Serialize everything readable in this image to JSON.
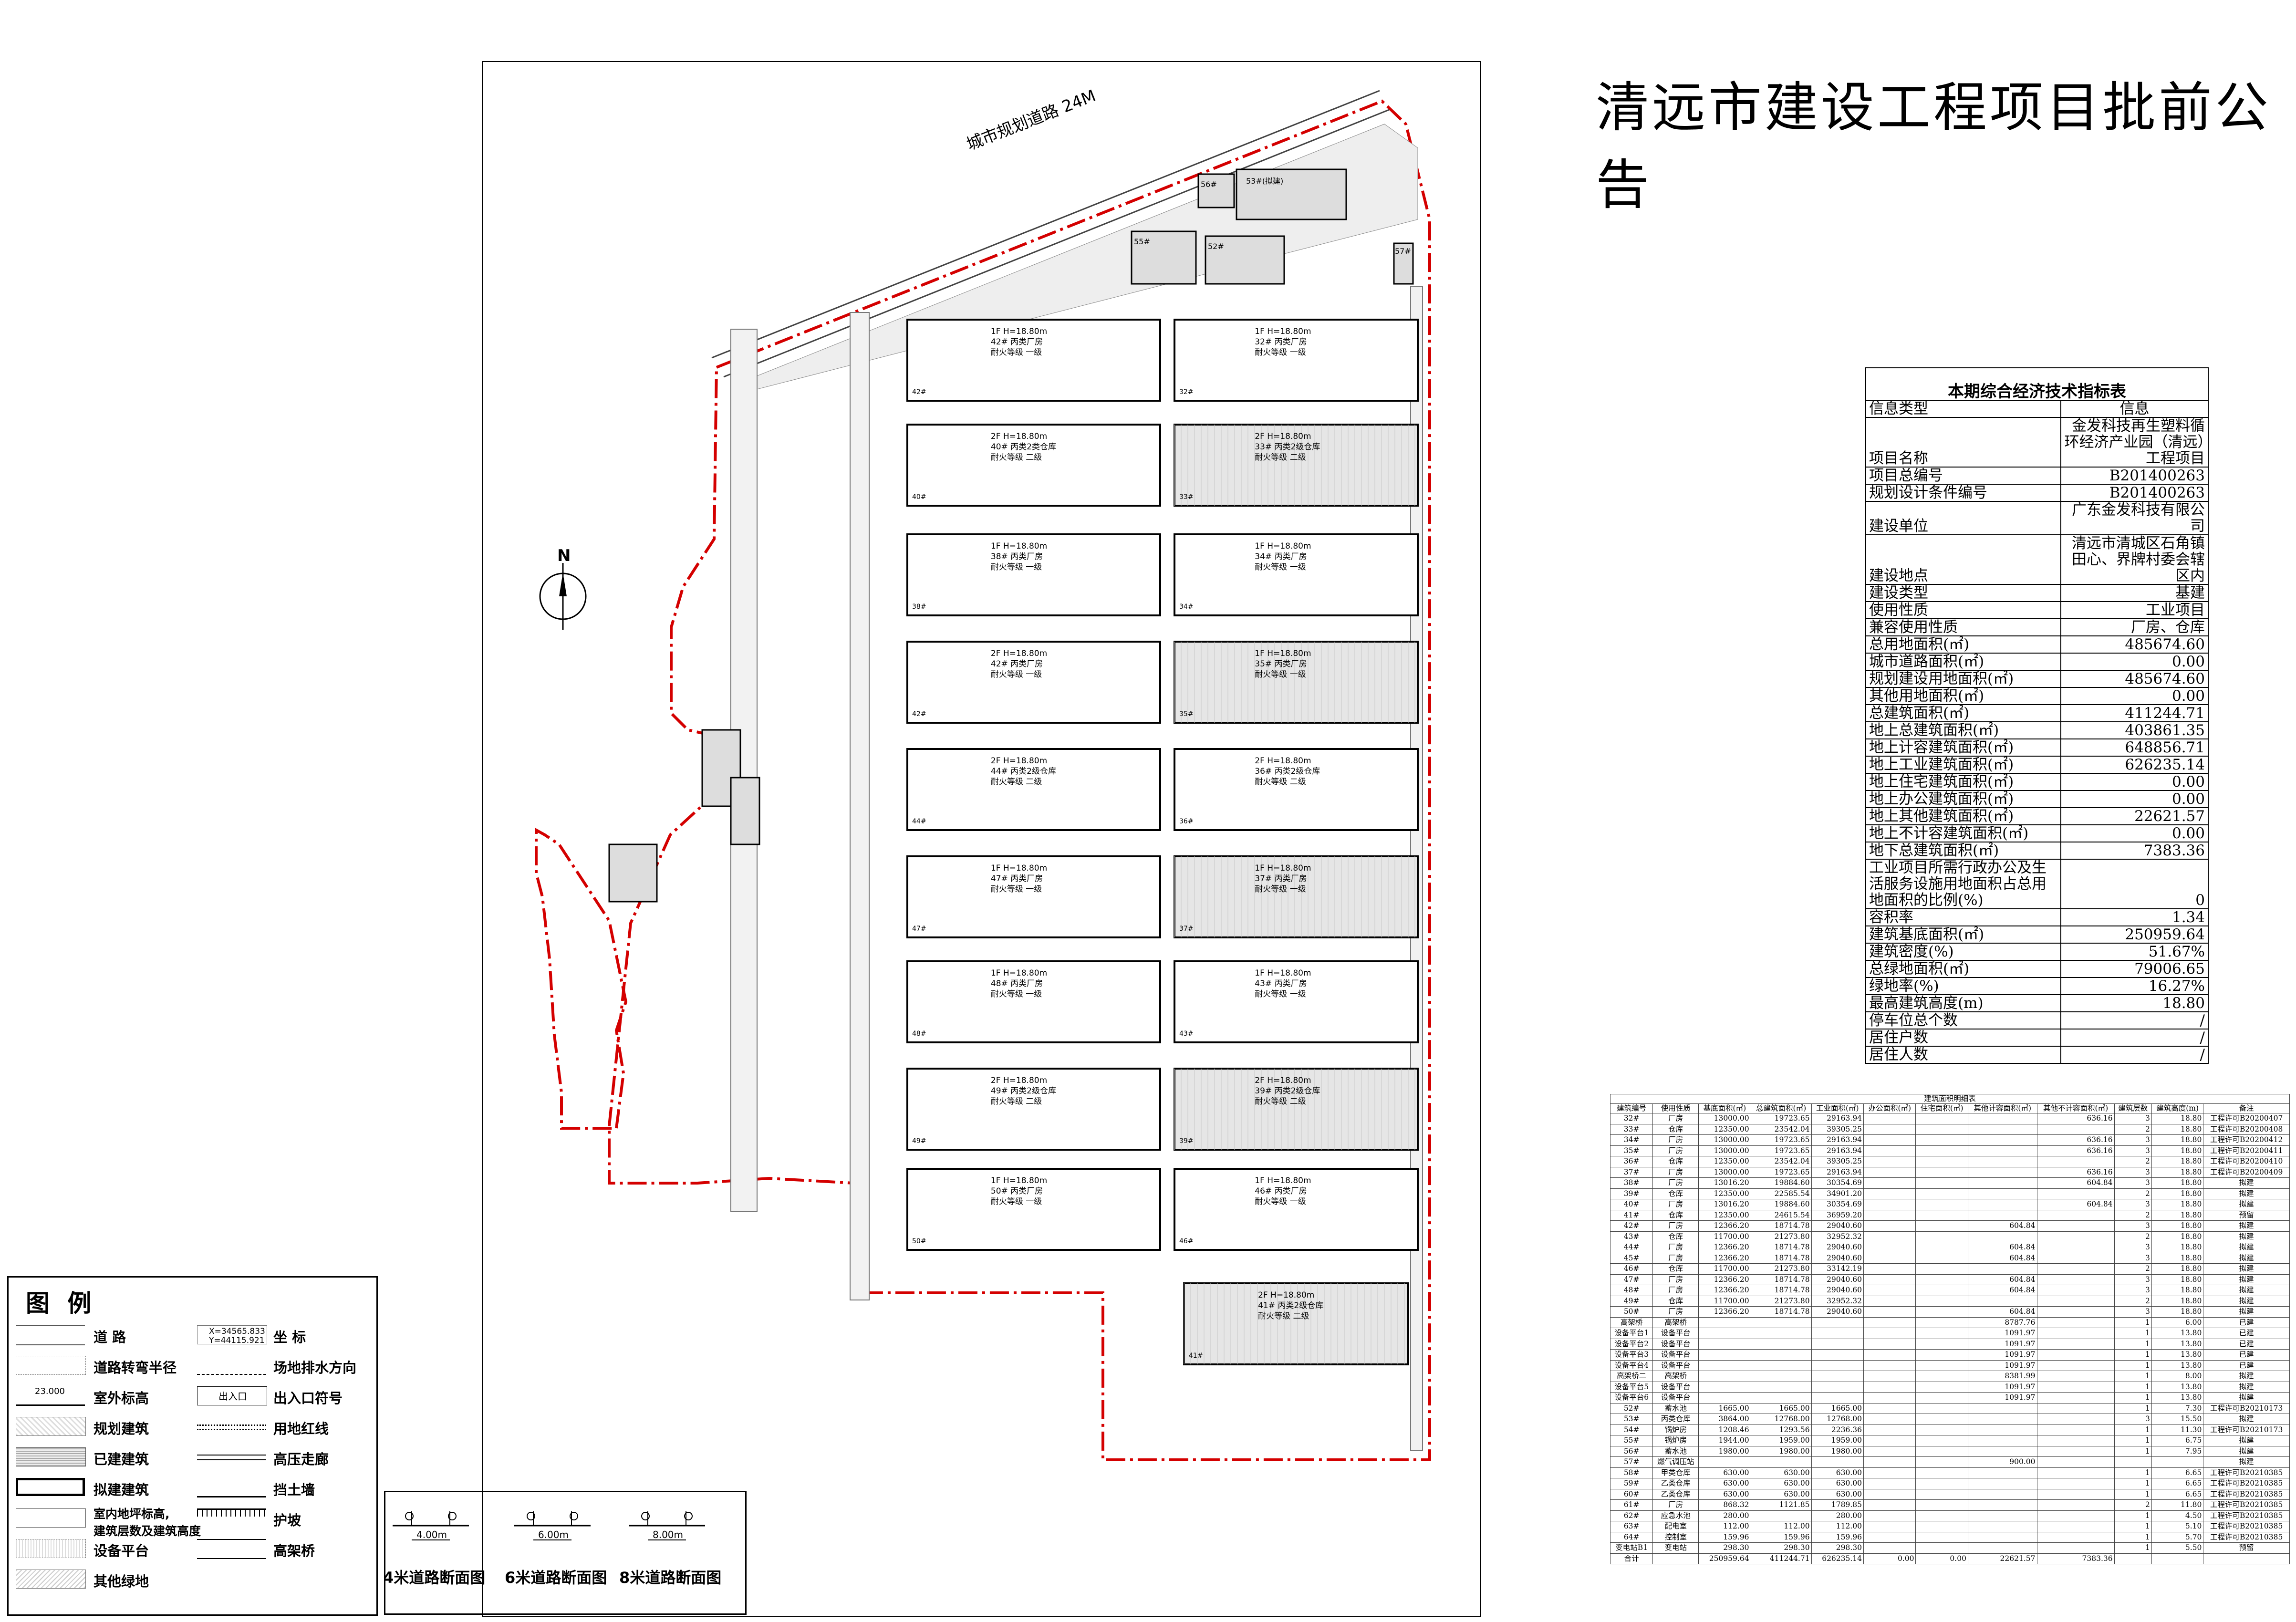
{
  "title": "清远市建设工程项目批前公告",
  "site": {
    "road_label": "城市规划道路 24M",
    "north_label": "N"
  },
  "indicators": {
    "heading": "本期综合经济技术指标表",
    "header_left": "信息类型",
    "header_right": "信息",
    "rows": [
      {
        "k": "项目名称",
        "v": "金发科技再生塑料循环经济产业园（清远）工程项目"
      },
      {
        "k": "项目总编号",
        "v": "B201400263"
      },
      {
        "k": "规划设计条件编号",
        "v": "B201400263"
      },
      {
        "k": "建设单位",
        "v": "广东金发科技有限公司"
      },
      {
        "k": "建设地点",
        "v": "清远市清城区石角镇田心、界牌村委会辖区内"
      },
      {
        "k": "建设类型",
        "v": "基建"
      },
      {
        "k": "使用性质",
        "v": "工业项目"
      },
      {
        "k": "兼容使用性质",
        "v": "厂房、仓库"
      },
      {
        "k": "总用地面积(㎡)",
        "v": "485674.60"
      },
      {
        "k": "城市道路面积(㎡)",
        "v": "0.00"
      },
      {
        "k": "规划建设用地面积(㎡)",
        "v": "485674.60"
      },
      {
        "k": "其他用地面积(㎡)",
        "v": "0.00"
      },
      {
        "k": "总建筑面积(㎡)",
        "v": "411244.71"
      },
      {
        "k": "地上总建筑面积(㎡)",
        "v": "403861.35"
      },
      {
        "k": "地上计容建筑面积(㎡)",
        "v": "648856.71"
      },
      {
        "k": "地上工业建筑面积(㎡)",
        "v": "626235.14"
      },
      {
        "k": "地上住宅建筑面积(㎡)",
        "v": "0.00"
      },
      {
        "k": "地上办公建筑面积(㎡)",
        "v": "0.00"
      },
      {
        "k": "地上其他建筑面积(㎡)",
        "v": "22621.57"
      },
      {
        "k": "地上不计容建筑面积(㎡)",
        "v": "0.00"
      },
      {
        "k": "地下总建筑面积(㎡)",
        "v": "7383.36"
      },
      {
        "k": "工业项目所需行政办公及生活服务设施用地面积占总用地面积的比例(%)",
        "v": "0"
      },
      {
        "k": "容积率",
        "v": "1.34"
      },
      {
        "k": "建筑基底面积(㎡)",
        "v": "250959.64"
      },
      {
        "k": "建筑密度(%)",
        "v": "51.67%"
      },
      {
        "k": "总绿地面积(㎡)",
        "v": "79006.65"
      },
      {
        "k": "绿地率(%)",
        "v": "16.27%"
      },
      {
        "k": "最高建筑高度(m)",
        "v": "18.80"
      },
      {
        "k": "停车位总个数",
        "v": "/"
      },
      {
        "k": "居住户数",
        "v": "/"
      },
      {
        "k": "居住人数",
        "v": "/"
      }
    ]
  },
  "area_table": {
    "heading": "建筑面积明细表",
    "columns": [
      "建筑编号",
      "使用性质",
      "基底面积(㎡)",
      "总建筑面积(㎡)",
      "工业面积(㎡)",
      "办公面积(㎡)",
      "住宅面积(㎡)",
      "其他计容面积(㎡)",
      "其他不计容面积(㎡)",
      "建筑层数",
      "建筑高度(m)",
      "备注"
    ],
    "rows": [
      [
        "32#",
        "厂房",
        "13000.00",
        "19723.65",
        "29163.94",
        "",
        "",
        "",
        "636.16",
        "3",
        "18.80",
        "工程许可B20200407"
      ],
      [
        "33#",
        "仓库",
        "12350.00",
        "23542.04",
        "39305.25",
        "",
        "",
        "",
        "",
        "2",
        "18.80",
        "工程许可B20200408"
      ],
      [
        "34#",
        "厂房",
        "13000.00",
        "19723.65",
        "29163.94",
        "",
        "",
        "",
        "636.16",
        "3",
        "18.80",
        "工程许可B20200412"
      ],
      [
        "35#",
        "厂房",
        "13000.00",
        "19723.65",
        "29163.94",
        "",
        "",
        "",
        "636.16",
        "3",
        "18.80",
        "工程许可B20200411"
      ],
      [
        "36#",
        "仓库",
        "12350.00",
        "23542.04",
        "39305.25",
        "",
        "",
        "",
        "",
        "2",
        "18.80",
        "工程许可B20200410"
      ],
      [
        "37#",
        "厂房",
        "13000.00",
        "19723.65",
        "29163.94",
        "",
        "",
        "",
        "636.16",
        "3",
        "18.80",
        "工程许可B20200409"
      ],
      [
        "38#",
        "厂房",
        "13016.20",
        "19884.60",
        "30354.69",
        "",
        "",
        "",
        "604.84",
        "3",
        "18.80",
        "拟建"
      ],
      [
        "39#",
        "仓库",
        "12350.00",
        "22585.54",
        "34901.20",
        "",
        "",
        "",
        "",
        "2",
        "18.80",
        "拟建"
      ],
      [
        "40#",
        "厂房",
        "13016.20",
        "19884.60",
        "30354.69",
        "",
        "",
        "",
        "604.84",
        "3",
        "18.80",
        "拟建"
      ],
      [
        "41#",
        "仓库",
        "12350.00",
        "24615.54",
        "36959.20",
        "",
        "",
        "",
        "",
        "2",
        "18.80",
        "预留"
      ],
      [
        "42#",
        "厂房",
        "12366.20",
        "18714.78",
        "29040.60",
        "",
        "",
        "604.84",
        "",
        "3",
        "18.80",
        "拟建"
      ],
      [
        "43#",
        "仓库",
        "11700.00",
        "21273.80",
        "32952.32",
        "",
        "",
        "",
        "",
        "2",
        "18.80",
        "拟建"
      ],
      [
        "44#",
        "厂房",
        "12366.20",
        "18714.78",
        "29040.60",
        "",
        "",
        "604.84",
        "",
        "3",
        "18.80",
        "拟建"
      ],
      [
        "45#",
        "厂房",
        "12366.20",
        "18714.78",
        "29040.60",
        "",
        "",
        "604.84",
        "",
        "3",
        "18.80",
        "拟建"
      ],
      [
        "46#",
        "仓库",
        "11700.00",
        "21273.80",
        "33142.19",
        "",
        "",
        "",
        "",
        "2",
        "18.80",
        "拟建"
      ],
      [
        "47#",
        "厂房",
        "12366.20",
        "18714.78",
        "29040.60",
        "",
        "",
        "604.84",
        "",
        "3",
        "18.80",
        "拟建"
      ],
      [
        "48#",
        "厂房",
        "12366.20",
        "18714.78",
        "29040.60",
        "",
        "",
        "604.84",
        "",
        "3",
        "18.80",
        "拟建"
      ],
      [
        "49#",
        "仓库",
        "11700.00",
        "21273.80",
        "32952.32",
        "",
        "",
        "",
        "",
        "2",
        "18.80",
        "拟建"
      ],
      [
        "50#",
        "厂房",
        "12366.20",
        "18714.78",
        "29040.60",
        "",
        "",
        "604.84",
        "",
        "3",
        "18.80",
        "拟建"
      ],
      [
        "高架桥",
        "高架桥",
        "",
        "",
        "",
        "",
        "",
        "8787.76",
        "",
        "1",
        "6.00",
        "已建"
      ],
      [
        "设备平台1",
        "设备平台",
        "",
        "",
        "",
        "",
        "",
        "1091.97",
        "",
        "1",
        "13.80",
        "已建"
      ],
      [
        "设备平台2",
        "设备平台",
        "",
        "",
        "",
        "",
        "",
        "1091.97",
        "",
        "1",
        "13.80",
        "已建"
      ],
      [
        "设备平台3",
        "设备平台",
        "",
        "",
        "",
        "",
        "",
        "1091.97",
        "",
        "1",
        "13.80",
        "已建"
      ],
      [
        "设备平台4",
        "设备平台",
        "",
        "",
        "",
        "",
        "",
        "1091.97",
        "",
        "1",
        "13.80",
        "已建"
      ],
      [
        "高架桥二",
        "高架桥",
        "",
        "",
        "",
        "",
        "",
        "8381.99",
        "",
        "1",
        "8.00",
        "拟建"
      ],
      [
        "设备平台5",
        "设备平台",
        "",
        "",
        "",
        "",
        "",
        "1091.97",
        "",
        "1",
        "13.80",
        "拟建"
      ],
      [
        "设备平台6",
        "设备平台",
        "",
        "",
        "",
        "",
        "",
        "1091.97",
        "",
        "1",
        "13.80",
        "拟建"
      ],
      [
        "52#",
        "蓄水池",
        "1665.00",
        "1665.00",
        "1665.00",
        "",
        "",
        "",
        "",
        "1",
        "7.30",
        "工程许可B20210173"
      ],
      [
        "53#",
        "丙类仓库",
        "3864.00",
        "12768.00",
        "12768.00",
        "",
        "",
        "",
        "",
        "3",
        "15.50",
        "拟建"
      ],
      [
        "54#",
        "锅炉房",
        "1208.46",
        "1293.56",
        "2236.36",
        "",
        "",
        "",
        "",
        "1",
        "11.30",
        "工程许可B20210173"
      ],
      [
        "55#",
        "锅炉房",
        "1944.00",
        "1959.00",
        "1959.00",
        "",
        "",
        "",
        "",
        "1",
        "6.75",
        "拟建"
      ],
      [
        "56#",
        "蓄水池",
        "1980.00",
        "1980.00",
        "1980.00",
        "",
        "",
        "",
        "",
        "1",
        "7.95",
        "拟建"
      ],
      [
        "57#",
        "燃气调压站",
        "",
        "",
        "",
        "",
        "",
        "900.00",
        "",
        "",
        "",
        "拟建"
      ],
      [
        "58#",
        "甲类仓库",
        "630.00",
        "630.00",
        "630.00",
        "",
        "",
        "",
        "",
        "1",
        "6.65",
        "工程许可B20210385"
      ],
      [
        "59#",
        "乙类仓库",
        "630.00",
        "630.00",
        "630.00",
        "",
        "",
        "",
        "",
        "1",
        "6.65",
        "工程许可B20210385"
      ],
      [
        "60#",
        "乙类仓库",
        "630.00",
        "630.00",
        "630.00",
        "",
        "",
        "",
        "",
        "1",
        "6.65",
        "工程许可B20210385"
      ],
      [
        "61#",
        "厂房",
        "868.32",
        "1121.85",
        "1789.85",
        "",
        "",
        "",
        "",
        "2",
        "11.80",
        "工程许可B20210385"
      ],
      [
        "62#",
        "应急水池",
        "280.00",
        "",
        "280.00",
        "",
        "",
        "",
        "",
        "1",
        "4.50",
        "工程许可B20210385"
      ],
      [
        "63#",
        "配电室",
        "112.00",
        "112.00",
        "112.00",
        "",
        "",
        "",
        "",
        "1",
        "5.10",
        "工程许可B20210385"
      ],
      [
        "64#",
        "控制室",
        "159.96",
        "159.96",
        "159.96",
        "",
        "",
        "",
        "",
        "1",
        "5.70",
        "工程许可B20210385"
      ],
      [
        "变电站B1",
        "变电站",
        "298.30",
        "298.30",
        "298.30",
        "",
        "",
        "",
        "",
        "1",
        "5.50",
        "预留"
      ],
      [
        "合计",
        "",
        "250959.64",
        "411244.71",
        "626235.14",
        "0.00",
        "0.00",
        "22621.57",
        "7383.36",
        "",
        "",
        ""
      ]
    ]
  },
  "legend": {
    "title": "图 例",
    "items": [
      {
        "label": "道 路"
      },
      {
        "label": "道路转弯半径"
      },
      {
        "label": "室外标高"
      },
      {
        "label": "规划建筑"
      },
      {
        "label": "已建建筑"
      },
      {
        "label": "拟建建筑"
      },
      {
        "label": "室内地坪标高,\n建筑层数及建筑高度"
      },
      {
        "label": "设备平台"
      },
      {
        "label": "其他绿地"
      },
      {
        "label": "坐 标"
      },
      {
        "label": "场地排水方向"
      },
      {
        "label": "出入口符号"
      },
      {
        "label": "用地红线"
      },
      {
        "label": "高压走廊"
      },
      {
        "label": "挡土墙"
      },
      {
        "label": "护坡"
      },
      {
        "label": "高架桥"
      }
    ],
    "swatch_text": {
      "elev": "23.000",
      "coord_x": "X=34565.833",
      "coord_y": "Y=44115.921",
      "entrance": "出入口"
    }
  },
  "road_sections": [
    {
      "label": "4米道路断面图",
      "width": "4.00m"
    },
    {
      "label": "6米道路断面图",
      "width": "6.00m"
    },
    {
      "label": "8米道路断面图",
      "width": "8.00m"
    }
  ],
  "buildings_left": [
    {
      "tag": "42#",
      "line1": "1F H=18.80m",
      "line2": "42# 丙类厂房",
      "line3": "耐火等级 一级"
    },
    {
      "tag": "40#",
      "line1": "2F H=18.80m",
      "line2": "40# 丙类2类仓库",
      "line3": "耐火等级 二级"
    },
    {
      "tag": "38#",
      "line1": "1F H=18.80m",
      "line2": "38# 丙类厂房",
      "line3": "耐火等级 一级"
    },
    {
      "tag": "42#",
      "line1": "2F H=18.80m",
      "line2": "42# 丙类厂房",
      "line3": "耐火等级 一级"
    },
    {
      "tag": "44#",
      "line1": "2F H=18.80m",
      "line2": "44# 丙类2级仓库",
      "line3": "耐火等级 二级"
    },
    {
      "tag": "47#",
      "line1": "1F H=18.80m",
      "line2": "47# 丙类厂房",
      "line3": "耐火等级 一级"
    },
    {
      "tag": "48#",
      "line1": "1F H=18.80m",
      "line2": "48# 丙类厂房",
      "line3": "耐火等级 一级"
    },
    {
      "tag": "49#",
      "line1": "2F H=18.80m",
      "line2": "49# 丙类2级仓库",
      "line3": "耐火等级 二级"
    },
    {
      "tag": "50#",
      "line1": "1F H=18.80m",
      "line2": "50# 丙类厂房",
      "line3": "耐火等级 一级"
    }
  ],
  "buildings_right": [
    {
      "tag": "32#",
      "line1": "1F H=18.80m",
      "line2": "32# 丙类厂房",
      "line3": "耐火等级 一级"
    },
    {
      "tag": "33#",
      "line1": "2F H=18.80m",
      "line2": "33# 丙类2级仓库",
      "line3": "耐火等级 二级"
    },
    {
      "tag": "34#",
      "line1": "1F H=18.80m",
      "line2": "34# 丙类厂房",
      "line3": "耐火等级 一级"
    },
    {
      "tag": "35#",
      "line1": "1F H=18.80m",
      "line2": "35# 丙类厂房",
      "line3": "耐火等级 一级"
    },
    {
      "tag": "36#",
      "line1": "2F H=18.80m",
      "line2": "36# 丙类2级仓库",
      "line3": "耐火等级 二级"
    },
    {
      "tag": "37#",
      "line1": "1F H=18.80m",
      "line2": "37# 丙类厂房",
      "line3": "耐火等级 一级"
    },
    {
      "tag": "43#",
      "line1": "1F H=18.80m",
      "line2": "43# 丙类厂房",
      "line3": "耐火等级 一级"
    },
    {
      "tag": "39#",
      "line1": "2F H=18.80m",
      "line2": "39# 丙类2级仓库",
      "line3": "耐火等级 二级"
    },
    {
      "tag": "46#",
      "line1": "1F H=18.80m",
      "line2": "46# 丙类厂房",
      "line3": "耐火等级 一级"
    },
    {
      "tag": "41#",
      "line1": "2F H=18.80m",
      "line2": "41# 丙类2级仓库",
      "line3": "耐火等级 二级"
    }
  ],
  "small_buildings": [
    "53#(拟建)",
    "56#",
    "55#",
    "52#",
    "57#"
  ]
}
